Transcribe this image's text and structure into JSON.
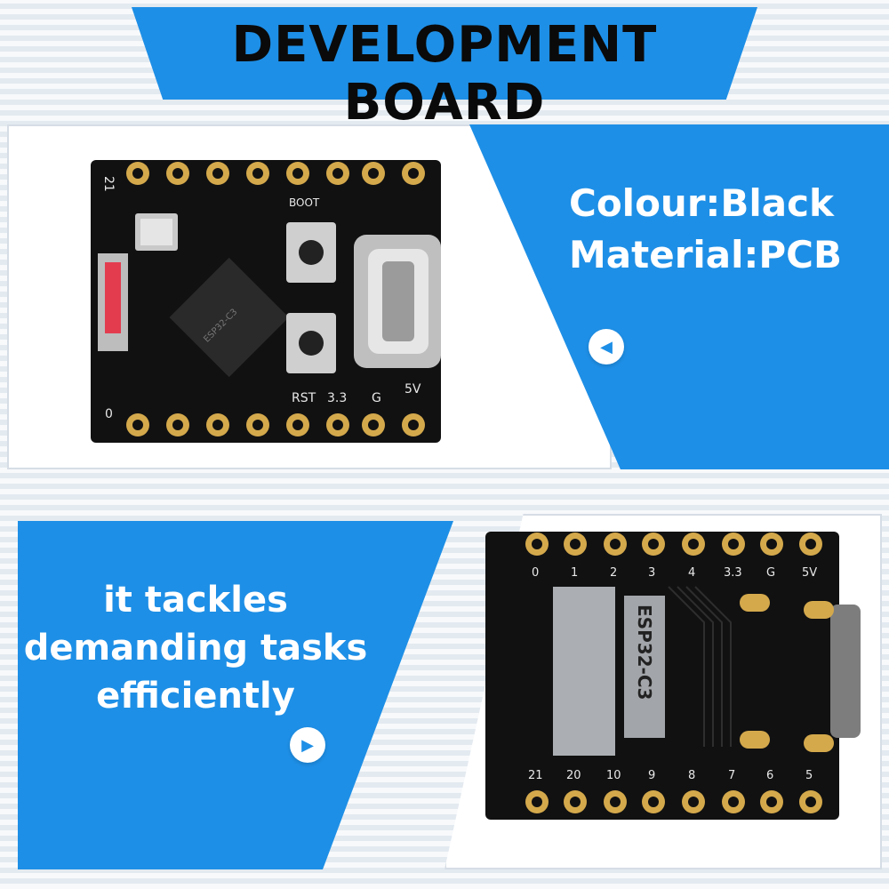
{
  "header": {
    "title": "DEVELOPMENT BOARD"
  },
  "specs": {
    "colour": "Colour:Black",
    "material": "Material:PCB"
  },
  "tagline": {
    "line1": "it tackles",
    "line2": "demanding tasks",
    "line3": "efficiently"
  },
  "board_front": {
    "pin_top_left": "21",
    "pin_bottom_left": "0",
    "boot_label": "BOOT",
    "rst_label": "RST",
    "v33_label": "3.3",
    "gnd_label": "G",
    "v5_label": "5V",
    "chip_text": "ESP32-C3"
  },
  "board_back": {
    "top_pins": [
      "0",
      "1",
      "2",
      "3",
      "4",
      "3.3",
      "G",
      "5V"
    ],
    "bottom_pins": [
      "21",
      "20",
      "10",
      "9",
      "8",
      "7",
      "6",
      "5"
    ],
    "chip_label": "ESP32-C3"
  },
  "colors": {
    "accent": "#1e8fe6",
    "pcb": "#111111",
    "pad": "#d4a94c"
  }
}
